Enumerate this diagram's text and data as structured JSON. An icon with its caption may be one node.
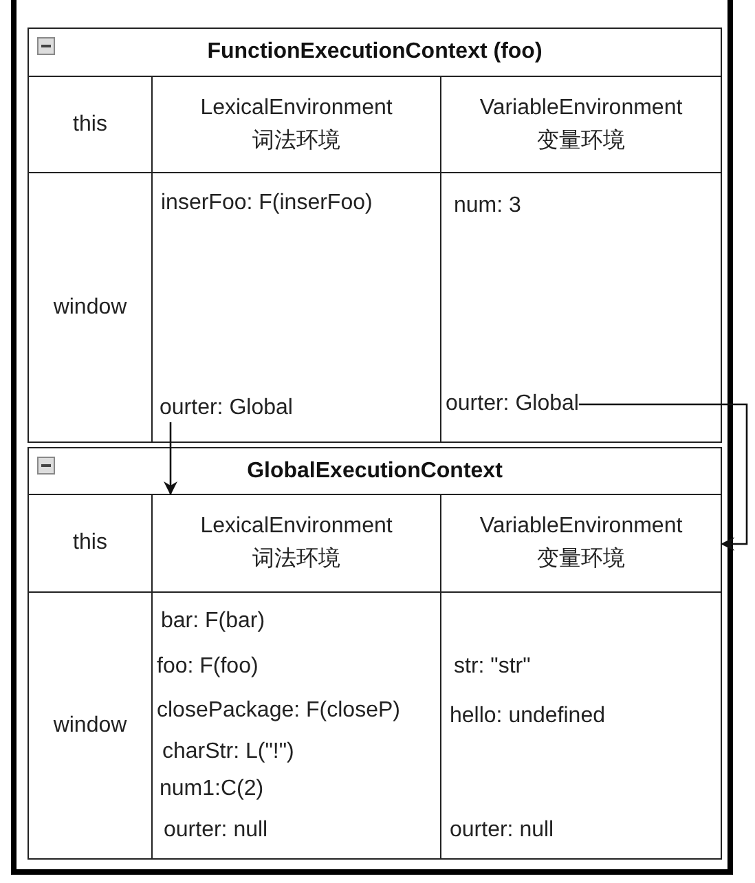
{
  "diagram": {
    "nodes": [
      {
        "text": [
          "FunctionExecutionContext (foo)"
        ]
      },
      {
        "text": [
          "this"
        ],
        "in": 0
      },
      {
        "text": [
          "LexicalEnvironment",
          "词法环境"
        ],
        "in": 0
      },
      {
        "text": [
          "VariableEnvironment",
          "变量环境"
        ],
        "in": 0
      },
      {
        "text": [
          "window"
        ],
        "in": 0
      },
      {
        "text": [
          "inserFoo: F(inserFoo)"
        ],
        "in": 0
      },
      {
        "text": [
          "ourter: Global"
        ],
        "in": 5
      },
      {
        "text": [
          "num: 3"
        ],
        "in": 0
      },
      {
        "text": [
          "ourter: Global"
        ],
        "in": 7
      },
      {
        "text": [
          "GlobalExecutionContext"
        ]
      },
      {
        "text": [
          "this"
        ],
        "in": 9
      },
      {
        "text": [
          "LexicalEnvironment",
          "词法环境"
        ],
        "in": 9
      },
      {
        "text": [
          "VariableEnvironment",
          "变量环境"
        ],
        "in": 9
      },
      {
        "text": [
          "window"
        ],
        "in": 9
      },
      {
        "text": [
          "bar: F(bar)",
          "foo: F(foo)",
          "closePackage: F(closeP)",
          "charStr: L(\"!\")",
          "num1:C(2)",
          "ourter: null"
        ],
        "in": 9
      },
      {
        "text": [
          "str: \"str\"",
          "hello: undefined",
          "ourter: null"
        ],
        "in": 9
      }
    ],
    "edges": [
      {
        "from": 6,
        "to": 11,
        "arrow": "to"
      },
      {
        "from": 8,
        "to": 12,
        "arrow": "to"
      }
    ]
  }
}
